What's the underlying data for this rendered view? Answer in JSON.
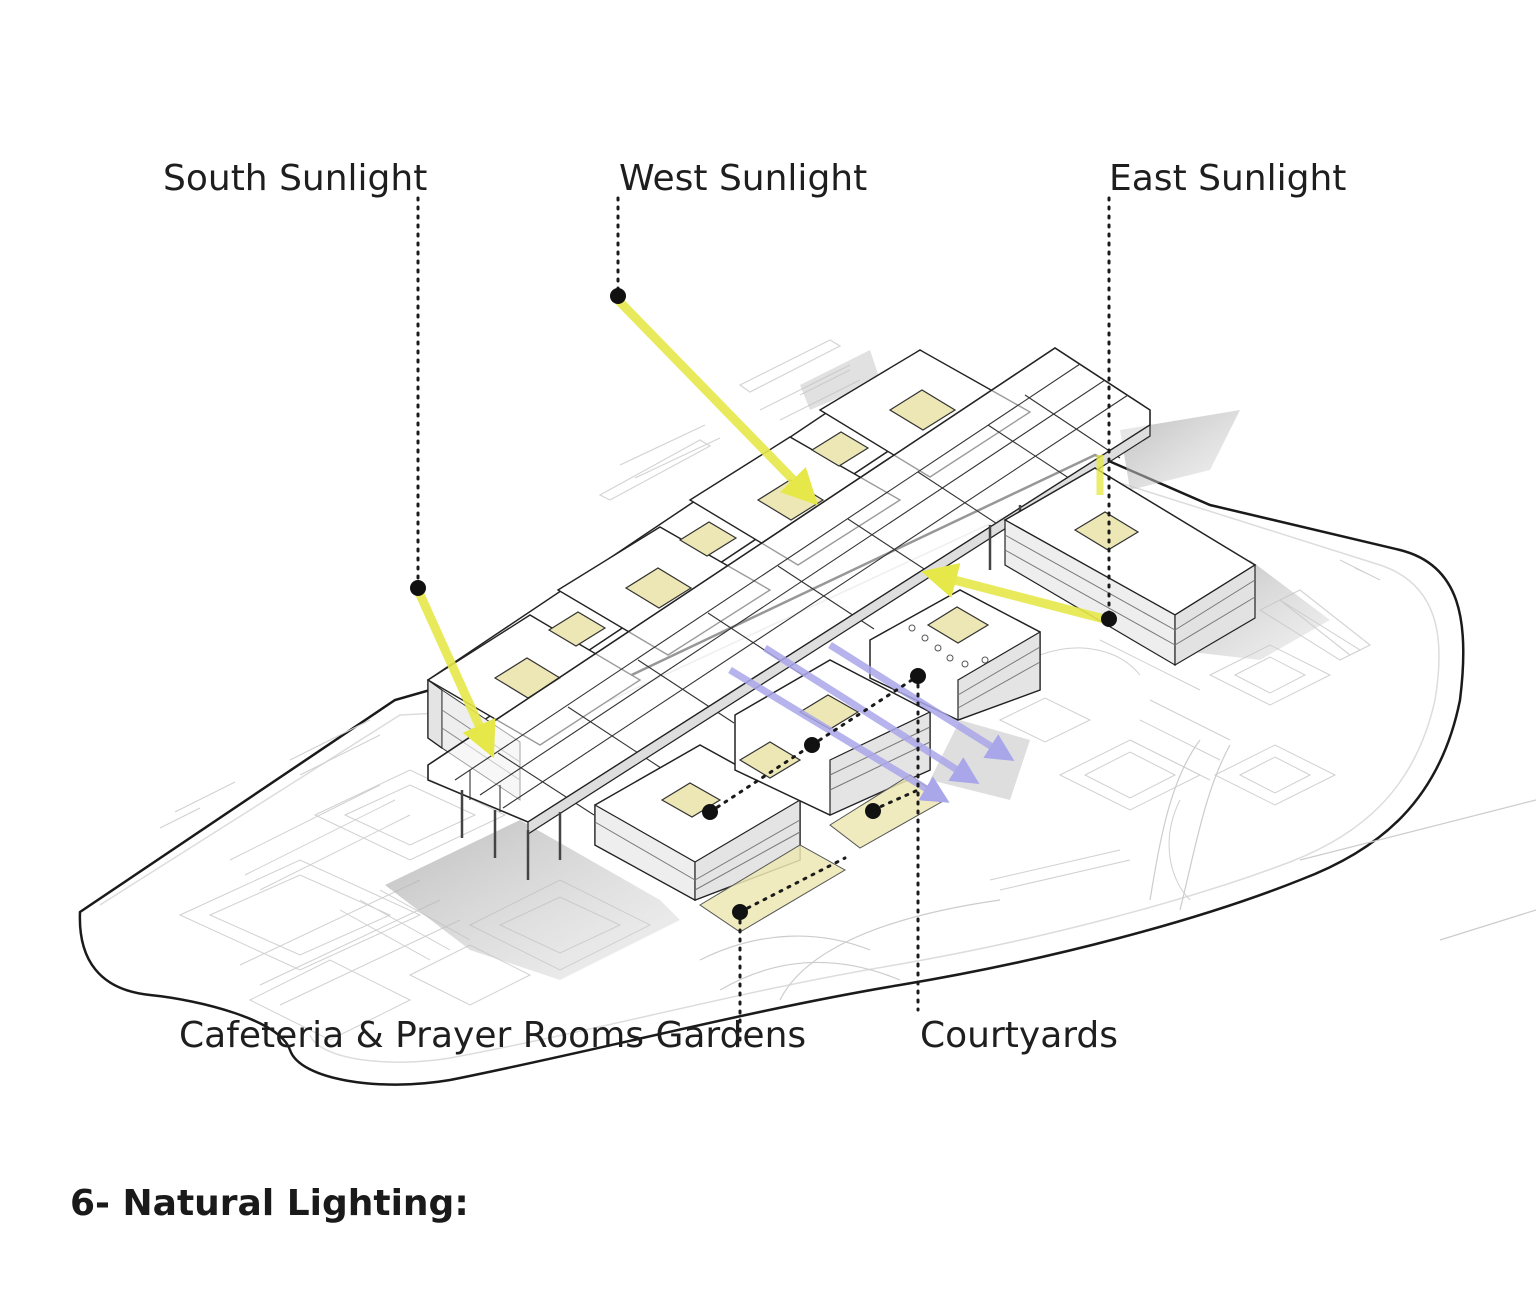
{
  "labels": {
    "south_sunlight": "South Sunlight",
    "west_sunlight": "West Sunlight",
    "east_sunlight": "East Sunlight",
    "cafeteria_gardens": "Cafeteria & Prayer Rooms Gardens",
    "courtyards": "Courtyards"
  },
  "heading": "6- Natural Lighting:",
  "colors": {
    "sunlight_arrow": "#e6e84a",
    "wind_arrow": "#a9a6ea",
    "courtyard_fill": "#ece7b4",
    "outline": "#1a1a1a",
    "site_lines": "#d2d2d2",
    "shadow": "#b8b8b8"
  }
}
